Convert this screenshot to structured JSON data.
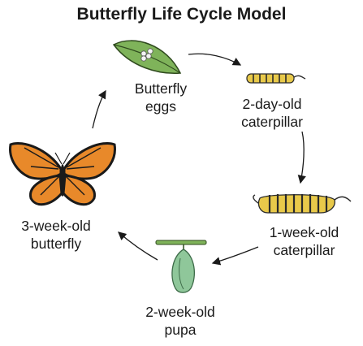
{
  "title": "Butterfly Life Cycle Model",
  "stages": [
    {
      "line1": "Butterfly",
      "line2": "eggs",
      "icon": "leaf-with-eggs-icon"
    },
    {
      "line1": "2-day-old",
      "line2": "caterpillar",
      "icon": "small-caterpillar-icon"
    },
    {
      "line1": "1-week-old",
      "line2": "caterpillar",
      "icon": "large-caterpillar-icon"
    },
    {
      "line1": "2-week-old",
      "line2": "pupa",
      "icon": "chrysalis-icon"
    },
    {
      "line1": "3-week-old",
      "line2": "butterfly",
      "icon": "monarch-butterfly-icon"
    }
  ],
  "colors": {
    "leaf": "#7fb35a",
    "chrysalis": "#8fc79a",
    "caterpillar_yellow": "#e8c94a",
    "wing_orange": "#e8892a"
  }
}
